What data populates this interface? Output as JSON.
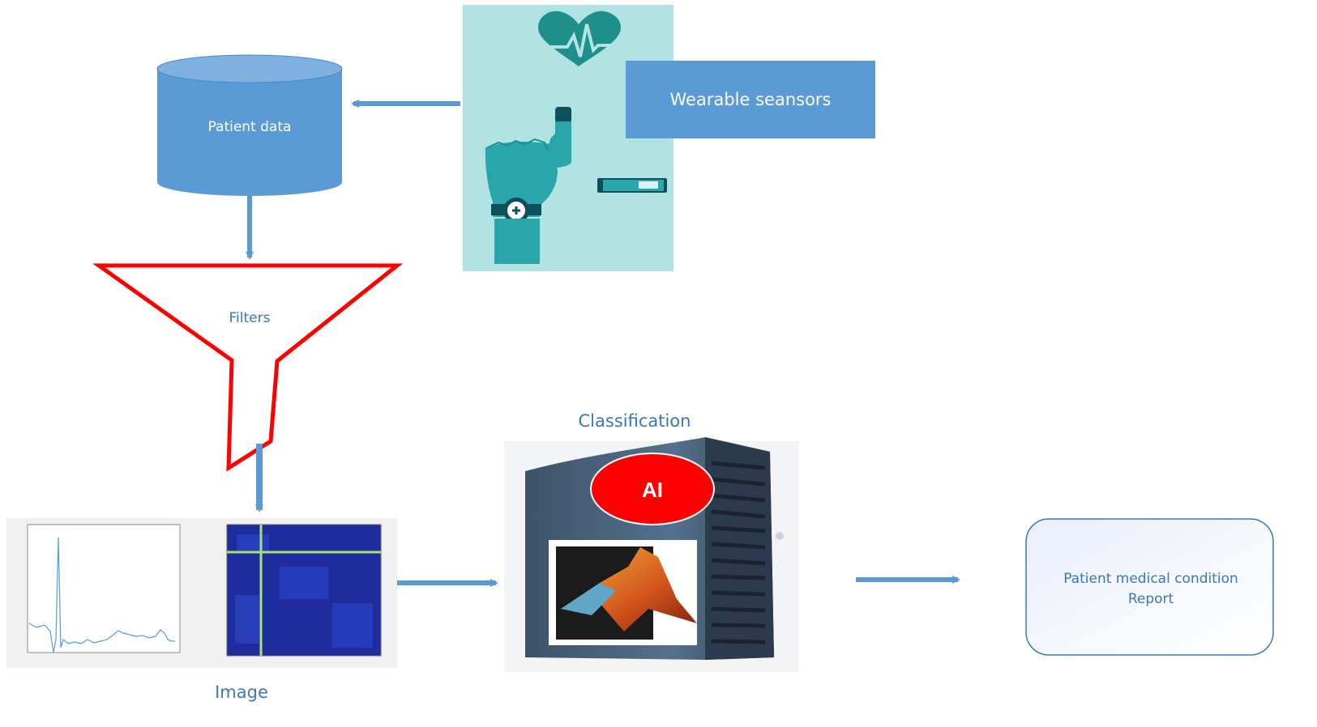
{
  "nodes": {
    "patient_data": "Patient data",
    "wearable_sensors": "Wearable seansors",
    "filters": "Filters",
    "classification": "Classification",
    "ai_badge": "AI",
    "image": "Image",
    "report_line1": "Patient medical condition",
    "report_line2": "Report"
  },
  "colors": {
    "arrow": "#5b9bd5",
    "cylinder": "#5b9bd5",
    "sensor_panel": "#b2e3e3",
    "funnel_stroke": "#ff0000",
    "ai_fill": "#ff0000",
    "label_text": "#3a78b5"
  }
}
